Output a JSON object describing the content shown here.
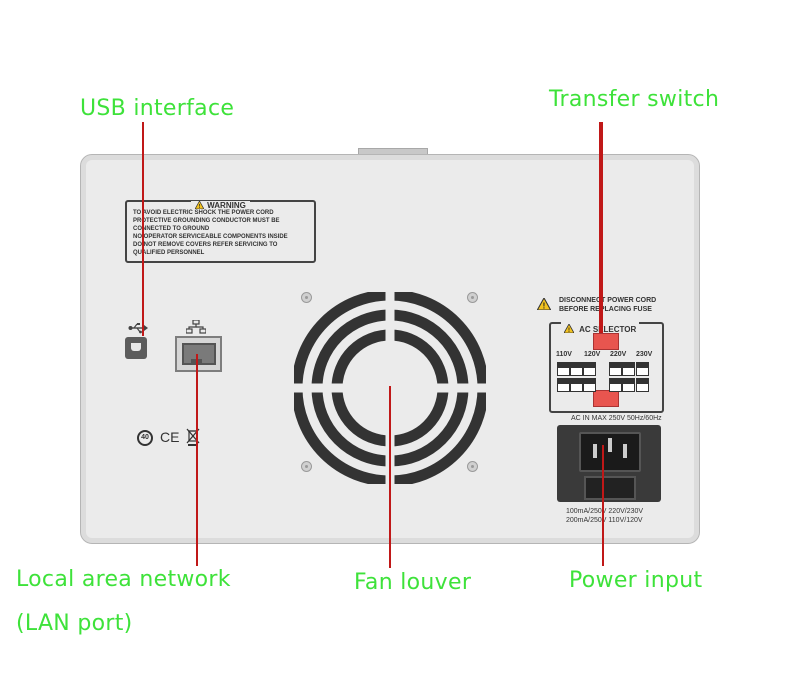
{
  "labels": {
    "usb": "USB interface",
    "transfer": "Transfer switch",
    "lan_line1": "Local area network",
    "lan_line2": "(LAN port)",
    "fan": "Fan louver",
    "power": "Power input"
  },
  "warning": {
    "title": "WARNING",
    "lines": [
      "TO AVOID ELECTRIC SHOCK THE POWER CORD",
      "PROTECTIVE GROUNDING CONDUCTOR MUST BE",
      "CONNECTED TO GROUND",
      "NO OPERATOR SERVICEABLE COMPONENTS INSIDE",
      "DO NOT REMOVE COVERS REFER SERVICING TO",
      "QUALIFIED PERSONNEL"
    ]
  },
  "fuse_notice": {
    "line1": "DISCONNECT POWER CORD",
    "line2": "BEFORE REPLACING FUSE"
  },
  "selector": {
    "title": "AC SELECTOR",
    "voltages": [
      "110V",
      "120V",
      "220V",
      "230V"
    ]
  },
  "power_input": {
    "rating": "AC IN MAX 250V  50Hz/60Hz",
    "fuse_row1": "100mA/250V  220V/230V",
    "fuse_row2": "200mA/250V  110V/120V"
  },
  "cert_marks": {
    "env": "40",
    "ce": "CE"
  },
  "colors": {
    "label": "#3ee23a",
    "leader": "#c01818",
    "panel": "#ebebeb"
  },
  "icons": [
    "warning-triangle-icon",
    "usb-symbol-icon",
    "network-symbol-icon",
    "ce-mark-icon",
    "weee-bin-icon",
    "fan-grille-icon"
  ]
}
